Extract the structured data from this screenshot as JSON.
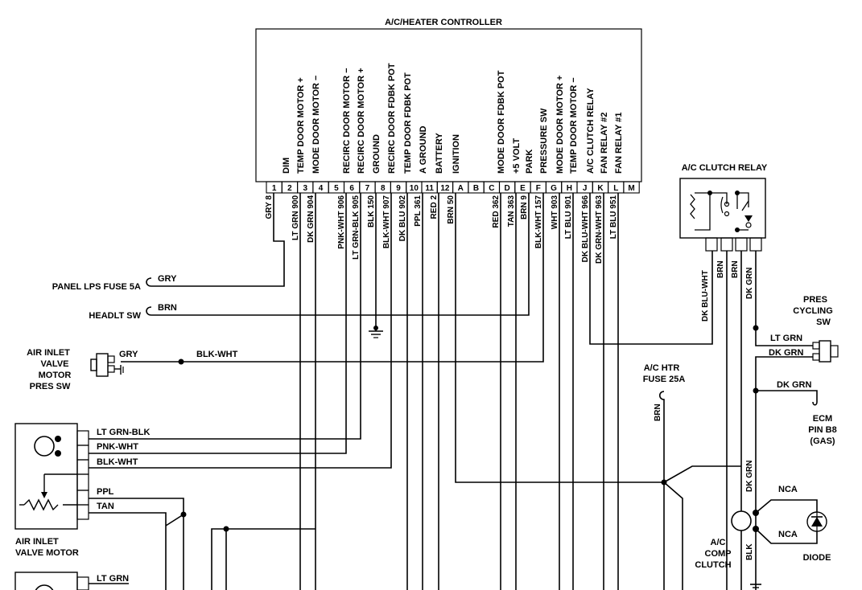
{
  "controller": {
    "title": "A/C/HEATER CONTROLLER",
    "functions": [
      "DIM",
      "TEMP DOOR MOTOR +",
      "MODE DOOR MOTOR −",
      "",
      "RECIRC DOOR MOTOR −",
      "RECIRC DOOR MOTOR +",
      "GROUND",
      "RECIRC DOOR FDBK POT",
      "TEMP DOOR FDBK POT",
      "A GROUND",
      "BATTERY",
      "IGNITION",
      "",
      "",
      "MODE DOOR FDBK POT",
      "+5 VOLT",
      "PARK",
      "PRESSURE SW",
      "MODE DOOR MOTOR +",
      "TEMP DOOR MOTOR −",
      "A/C CLUTCH RELAY",
      "FAN RELAY #2",
      "FAN RELAY #1"
    ],
    "pins": [
      "1",
      "2",
      "3",
      "4",
      "5",
      "6",
      "7",
      "8",
      "9",
      "10",
      "11",
      "12",
      "A",
      "B",
      "C",
      "D",
      "E",
      "F",
      "G",
      "H",
      "J",
      "K",
      "L",
      "M"
    ],
    "wires": [
      "GRY 8",
      "LT GRN 900",
      "DK GRN 904",
      "PNK-WHT 906",
      "LT GRN-BLK 905",
      "BLK 150",
      "BLK-WHT 907",
      "DK BLU 902",
      "PPL 361",
      "RED 2",
      "BRN 50",
      "RED 362",
      "TAN 363",
      "BRN 9",
      "BLK-WHT 157",
      "WHT 903",
      "LT BLU 901",
      "DK BLU-WHT 966",
      "DK GRN-WHT 963",
      "LT BLU 951"
    ]
  },
  "left_labels": {
    "panel_fuse": "PANEL LPS FUSE 5A",
    "panel_wire": "GRY",
    "headlt": "HEADLT SW",
    "headlt_wire": "BRN",
    "air_inlet_sw": [
      "AIR INLET",
      "VALVE",
      "MOTOR",
      "PRES SW"
    ],
    "air_inlet_sw_wire1": "GRY",
    "air_inlet_sw_wire2": "BLK-WHT"
  },
  "air_inlet_motor": {
    "label": [
      "AIR INLET",
      "VALVE MOTOR"
    ],
    "wires": [
      "LT GRN-BLK",
      "PNK-WHT",
      "BLK-WHT",
      "PPL",
      "TAN"
    ]
  },
  "bottom_left_wire": "LT GRN",
  "relay": {
    "title": "A/C CLUTCH RELAY",
    "wires": [
      "DK BLU-WHT",
      "BRN",
      "BRN",
      "DK GRN"
    ]
  },
  "pres_cycling": {
    "label": [
      "PRES",
      "CYCLING",
      "SW"
    ],
    "wires": [
      "LT GRN",
      "DK GRN"
    ]
  },
  "fuse": {
    "label": [
      "A/C HTR",
      "FUSE 25A"
    ],
    "wire": "BRN"
  },
  "ecm": {
    "wire": "DK GRN",
    "label": [
      "ECM",
      "PIN B8",
      "(GAS)"
    ]
  },
  "comp_clutch": {
    "label": [
      "A/C",
      "COMP",
      "CLUTCH"
    ],
    "wire_top": "DK GRN",
    "wire_bottom": "BLK",
    "nca1": "NCA",
    "nca2": "NCA",
    "diode": "DIODE"
  }
}
